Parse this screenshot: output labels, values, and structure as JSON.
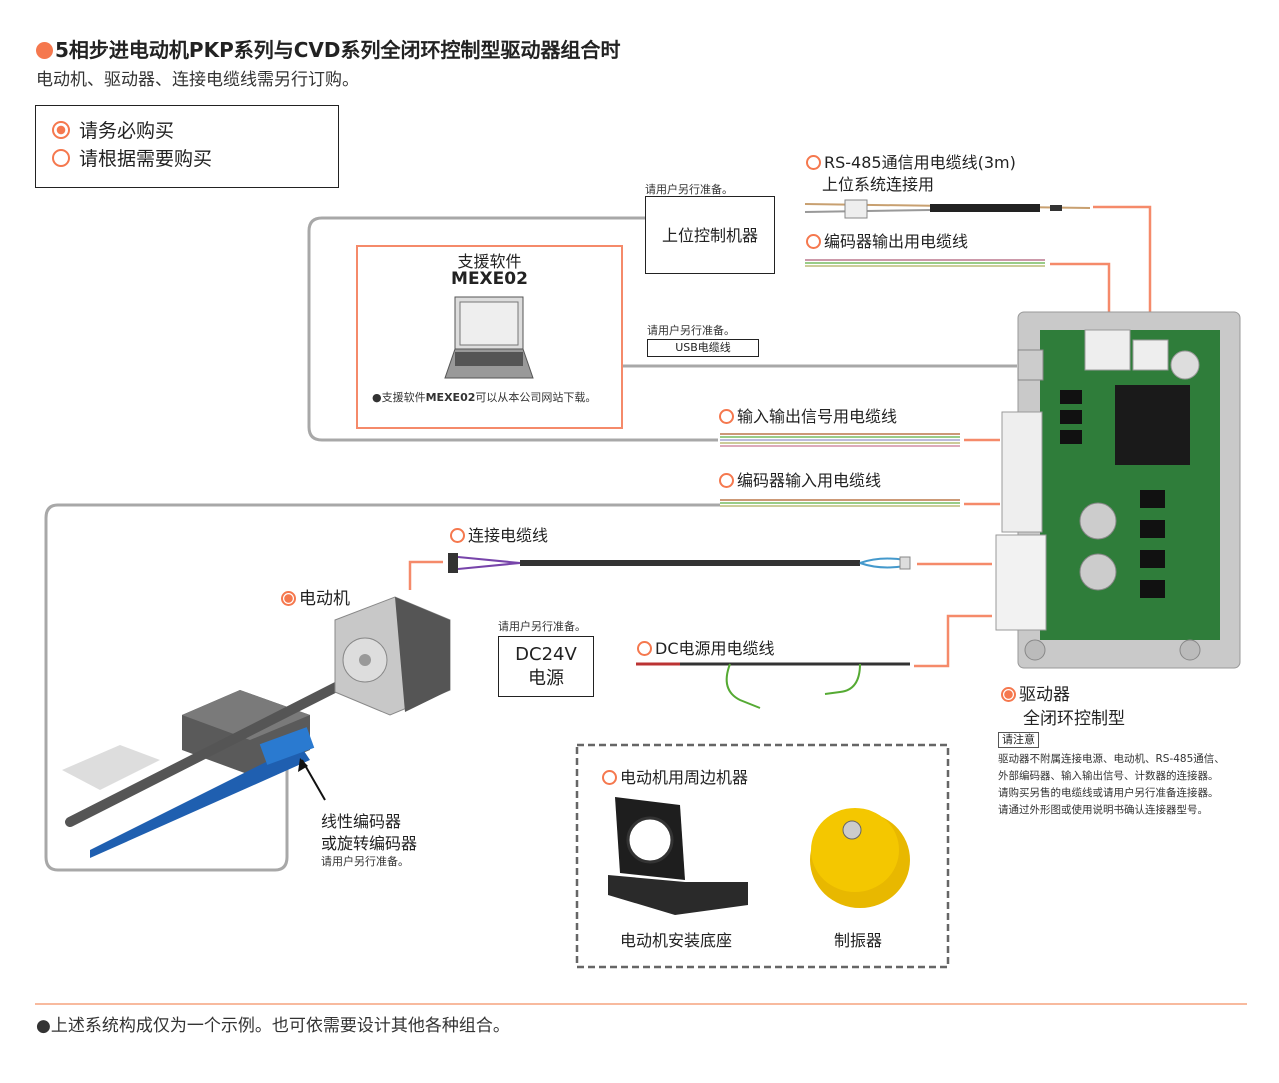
{
  "header": {
    "title": "5相步进电动机PKP系列与CVD系列全闭环控制型驱动器组合时",
    "subtitle": "电动机、驱动器、连接电缆线需另行订购。"
  },
  "legend": {
    "required": "请务必购买",
    "optional": "请根据需要购买"
  },
  "software": {
    "title": "支援软件",
    "name": "MEXE02",
    "note_prefix": "●支援软件",
    "note_name": "MEXE02",
    "note_suffix": "可以从本公司网站下载。"
  },
  "host": {
    "prepare_note": "请用户另行准备。",
    "label": "上位控制机器"
  },
  "usb": {
    "prepare_note": "请用户另行准备。",
    "label": "USB电缆线"
  },
  "cables": {
    "rs485_title": "RS-485通信用电缆线(3m)",
    "rs485_sub": "上位系统连接用",
    "encoder_out": "编码器输出用电缆线",
    "io_signal": "输入输出信号用电缆线",
    "encoder_in": "编码器输入用电缆线",
    "connection": "连接电缆线",
    "dc_power": "DC电源用电缆线"
  },
  "motor": {
    "label": "电动机"
  },
  "encoder": {
    "line1": "线性编码器",
    "line2": "或旋转编码器",
    "note": "请用户另行准备。"
  },
  "power": {
    "prepare_note": "请用户另行准备。",
    "line1": "DC24V",
    "line2": "电源"
  },
  "driver": {
    "title": "驱动器",
    "subtitle": "全闭环控制型",
    "caution_badge": "请注意",
    "caution_lines": [
      "驱动器不附属连接电源、电动机、RS-485通信、",
      "外部编码器、输入输出信号、计数器的连接器。",
      "请购买另售的电缆线或请用户另行准备连接器。",
      "请通过外形图或使用说明书确认连接器型号。"
    ]
  },
  "peripherals": {
    "title": "电动机用周边机器",
    "mount": "电动机安装底座",
    "damper": "制振器"
  },
  "footer": {
    "note": "●上述系统构成仅为一个示例。也可依需要设计其他各种组合。"
  },
  "colors": {
    "accent": "#f5784e",
    "line": "#a8a8a8",
    "board": "#2f7d3a"
  }
}
